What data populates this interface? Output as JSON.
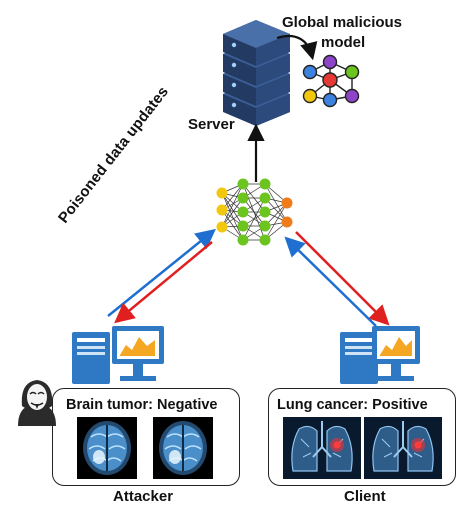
{
  "labels": {
    "global_model_line1": "Global malicious",
    "global_model_line2": "model",
    "server": "Server",
    "updates": "Poisoned data updates",
    "attacker_card_title": "Brain tumor: Negative",
    "client_card_title": "Lung cancer: Positive",
    "attacker": "Attacker",
    "client": "Client"
  },
  "colors": {
    "server_blue": "#2d4a7c",
    "arrow_red": "#e02020",
    "arrow_blue": "#1f6fd1",
    "arrow_black": "#111111",
    "node_yellow": "#f2c80f",
    "node_green": "#6cc51f",
    "node_orange": "#f07b1a",
    "computer_blue": "#2f78c4",
    "screen_orange": "#f5a623"
  },
  "icons": {
    "server": "server-stack-icon",
    "global_model": "neural-graph-icon",
    "local_model": "neural-network-icon",
    "attacker_computer": "desktop-computer-icon",
    "client_computer": "desktop-computer-icon",
    "attacker_avatar": "hacker-mask-icon",
    "brain_scan": "brain-mri-image",
    "lung_scan": "lung-xray-image"
  }
}
